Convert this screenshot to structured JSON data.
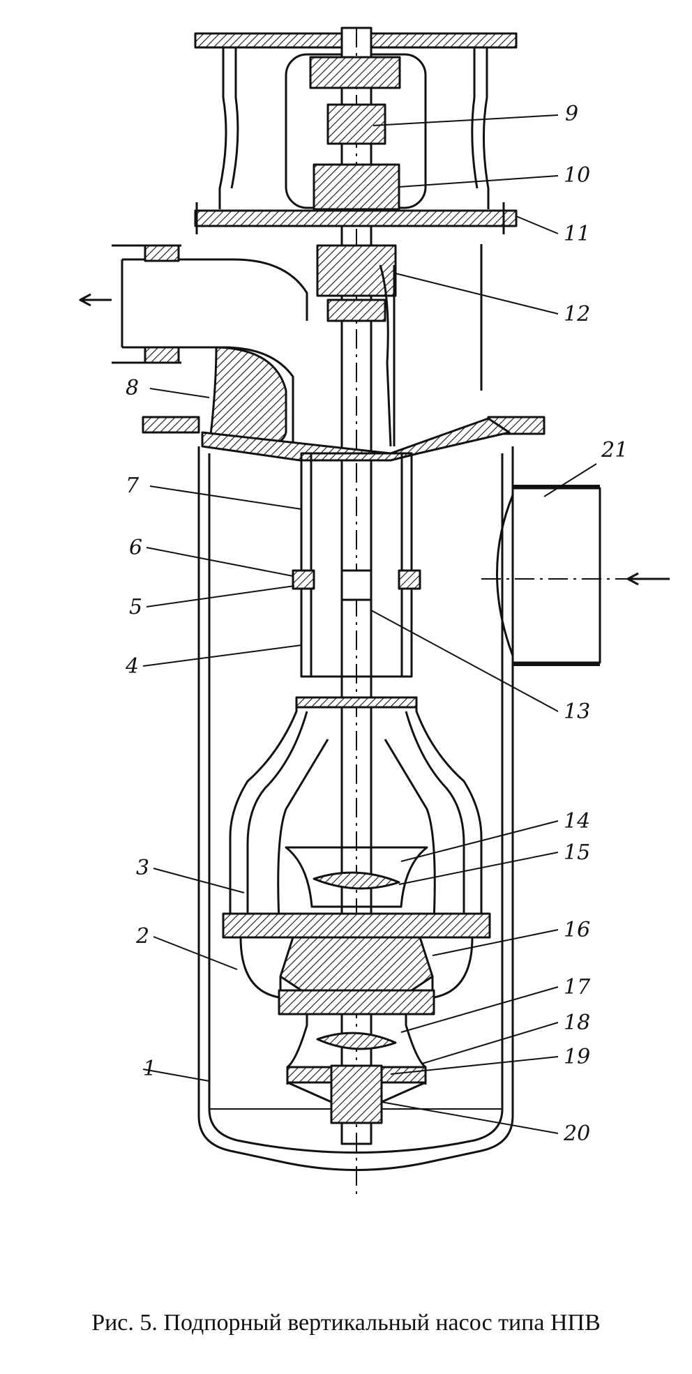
{
  "caption": "Рис. 5. Подпорный вертикальный насос типа НПВ",
  "labels": [
    "1",
    "2",
    "3",
    "4",
    "5",
    "6",
    "7",
    "8",
    "9",
    "10",
    "11",
    "12",
    "13",
    "14",
    "15",
    "16",
    "17",
    "18",
    "19",
    "20",
    "21"
  ]
}
